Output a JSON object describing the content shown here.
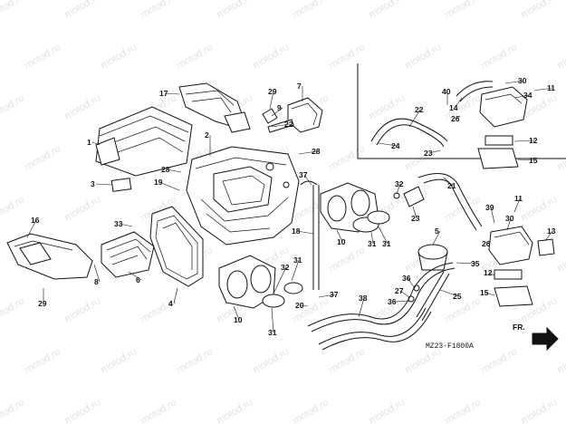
{
  "diagram": {
    "callouts": [
      {
        "id": "c17",
        "label": "17"
      },
      {
        "id": "c1",
        "label": "1"
      },
      {
        "id": "c3",
        "label": "3"
      },
      {
        "id": "c2",
        "label": "2"
      },
      {
        "id": "c28a",
        "label": "28"
      },
      {
        "id": "c19",
        "label": "19"
      },
      {
        "id": "c29a",
        "label": "29"
      },
      {
        "id": "c9",
        "label": "9"
      },
      {
        "id": "c22a",
        "label": "22"
      },
      {
        "id": "c7",
        "label": "7"
      },
      {
        "id": "c28b",
        "label": "28"
      },
      {
        "id": "c37a",
        "label": "37"
      },
      {
        "id": "c16",
        "label": "16"
      },
      {
        "id": "c33",
        "label": "33"
      },
      {
        "id": "c8",
        "label": "8"
      },
      {
        "id": "c29b",
        "label": "29"
      },
      {
        "id": "c6",
        "label": "6"
      },
      {
        "id": "c4",
        "label": "4"
      },
      {
        "id": "c18",
        "label": "18"
      },
      {
        "id": "c10a",
        "label": "10"
      },
      {
        "id": "c31a",
        "label": "31"
      },
      {
        "id": "c31b",
        "label": "31"
      },
      {
        "id": "c32a",
        "label": "32"
      },
      {
        "id": "c23a",
        "label": "23"
      },
      {
        "id": "c10b",
        "label": "10"
      },
      {
        "id": "c31c",
        "label": "31"
      },
      {
        "id": "c32b",
        "label": "32"
      },
      {
        "id": "c31d",
        "label": "31"
      },
      {
        "id": "c20",
        "label": "20"
      },
      {
        "id": "c37b",
        "label": "37"
      },
      {
        "id": "c38",
        "label": "38"
      },
      {
        "id": "c5",
        "label": "5"
      },
      {
        "id": "c36",
        "label": "36"
      },
      {
        "id": "c27",
        "label": "27"
      },
      {
        "id": "c36b",
        "label": "36"
      },
      {
        "id": "c35",
        "label": "35"
      },
      {
        "id": "c25",
        "label": "25"
      },
      {
        "id": "c21",
        "label": "21"
      },
      {
        "id": "c40",
        "label": "40"
      },
      {
        "id": "c14",
        "label": "14"
      },
      {
        "id": "c30a",
        "label": "30"
      },
      {
        "id": "c34",
        "label": "34"
      },
      {
        "id": "c11a",
        "label": "11"
      },
      {
        "id": "c22b",
        "label": "22"
      },
      {
        "id": "c26a",
        "label": "26"
      },
      {
        "id": "c24",
        "label": "24"
      },
      {
        "id": "c23b",
        "label": "23"
      },
      {
        "id": "c12a",
        "label": "12"
      },
      {
        "id": "c15a",
        "label": "15"
      },
      {
        "id": "c11b",
        "label": "11"
      },
      {
        "id": "c39",
        "label": "39"
      },
      {
        "id": "c30b",
        "label": "30"
      },
      {
        "id": "c26b",
        "label": "26"
      },
      {
        "id": "c13",
        "label": "13"
      },
      {
        "id": "c12b",
        "label": "12"
      },
      {
        "id": "c15b",
        "label": "15"
      }
    ],
    "diagram_code": "MZ23-F1800A",
    "direction_label": "FR.",
    "watermark_text": "motod.ru"
  }
}
